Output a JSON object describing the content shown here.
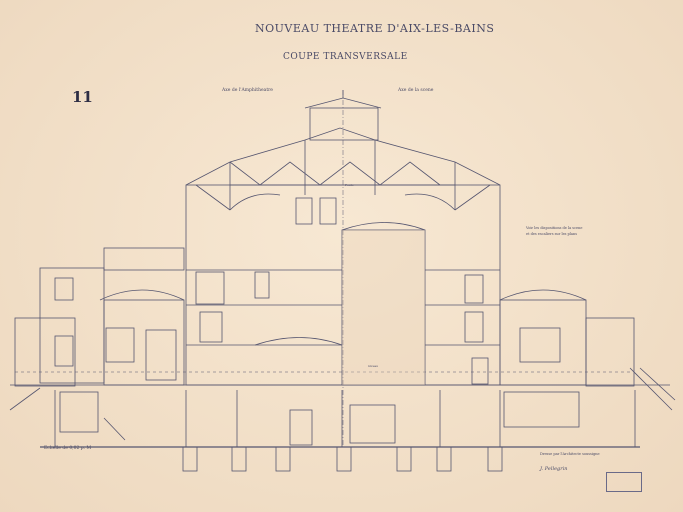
{
  "sheet": {
    "title": "NOUVEAU THEATRE D'AIX-LES-BAINS",
    "subtitle": "COUPE TRANSVERSALE",
    "plate_number": "11",
    "axis_left": "Axe de l'Amphitheatre",
    "axis_right": "Axe de la scene"
  },
  "annotations": {
    "roof_label": "Pente",
    "mid_label": "niveau",
    "note_line1": "Voir les dispositions de la scene",
    "note_line2": "et des escaliers sur les plans",
    "scale_text": "Echelle de 0,02 p. M",
    "signature_line1": "Dresse par l'Architecte soussigne",
    "signature_name": "J. Pellegrin"
  },
  "colors": {
    "paper": "#f3e1c9",
    "ink": "#4a4a66",
    "wash": "#e9d2b6"
  }
}
